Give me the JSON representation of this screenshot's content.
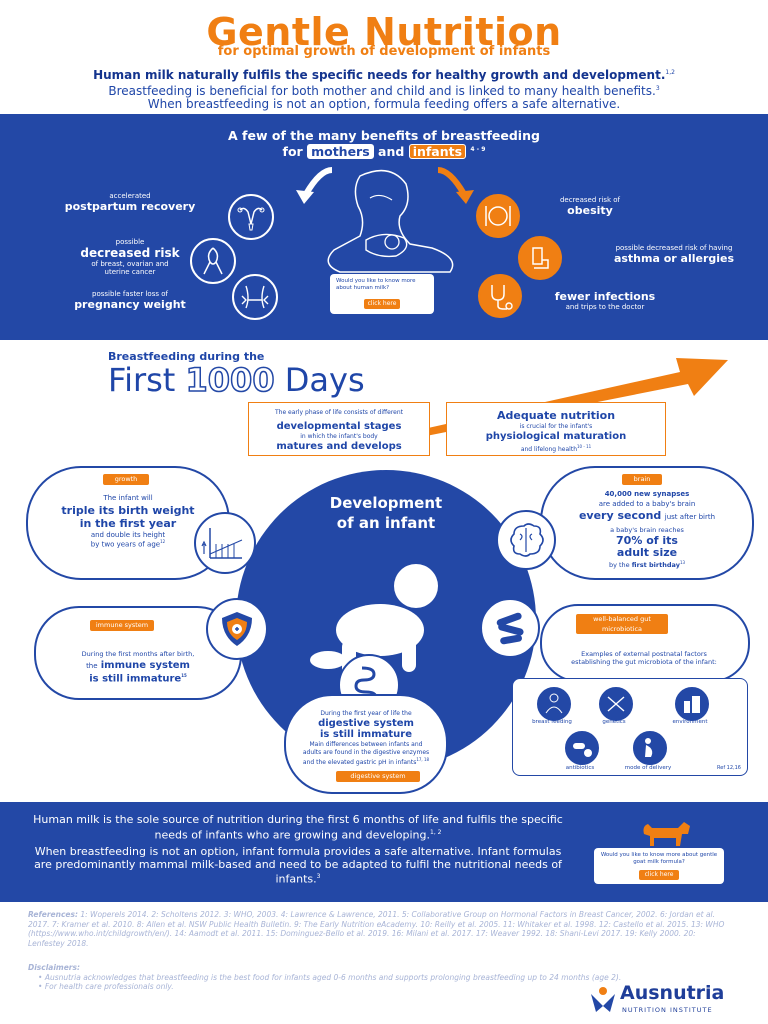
{
  "header": {
    "title": "Gentle Nutrition",
    "subtitle": "for optimal growth of development of infants",
    "line1": "Human milk naturally fulfils the specific needs for healthy growth and development.",
    "line1_sup": "1,2",
    "line2": "Breastfeeding is beneficial for both mother and child and is linked to many health benefits.",
    "line2_sup": "3",
    "line3": "When breastfeeding is not an option, formula feeding offers a safe alternative."
  },
  "benefits": {
    "heading1": "A few of the many benefits of breastfeeding",
    "for": "for",
    "mothers": "mothers",
    "and": "and",
    "infants": "infants",
    "sup": "4 - 9",
    "mother_items": [
      {
        "small": "accelerated",
        "big": "postpartum recovery",
        "small2": ""
      },
      {
        "small": "possible",
        "big": "decreased risk",
        "small2": "of breast, ovarian and uterine cancer"
      },
      {
        "small": "possible faster loss of",
        "big": "pregnancy weight",
        "small2": ""
      }
    ],
    "infant_items": [
      {
        "small": "decreased risk of",
        "big": "obesity",
        "small2": ""
      },
      {
        "small": "possible decreased risk of having",
        "big": "asthma or allergies",
        "small2": ""
      },
      {
        "small": "",
        "big": "fewer infections",
        "small2": "and trips to the doctor"
      }
    ],
    "card_text": "Would you like to know more about human milk?",
    "card_button": "click here"
  },
  "timeline": {
    "pre": "Breastfeeding during the",
    "first": "First",
    "num": "1000",
    "days": "Days",
    "box1_a": "The early phase of life consists of different",
    "box1_b": "developmental stages",
    "box1_c": "in which the infant's body",
    "box1_d": "matures and develops",
    "box2_a": "Adequate nutrition",
    "box2_b": "is crucial for the infant's",
    "box2_c": "physiological maturation",
    "box2_d": "and lifelong health",
    "box2_sup": "10 - 11"
  },
  "development": {
    "title1": "Development",
    "title2": "of an infant",
    "growth": {
      "tag": "growth",
      "l1": "The infant will",
      "l2": "triple its birth weight",
      "l3": "in the first year",
      "l4": "and double its height",
      "l5": "by two years of age",
      "sup": "12"
    },
    "brain": {
      "tag": "brain",
      "l1": "40,000 new synapses",
      "l2": "are added to a baby's brain",
      "l3": "every second",
      "l4": "just after birth",
      "l5": "a baby's brain reaches",
      "l6": "70% of its",
      "l7": "adult size",
      "l8": "by the",
      "l9": "first birthday",
      "sup": "13"
    },
    "immune": {
      "tag": "immune system",
      "l1": "During the first months after birth,",
      "l2": "the",
      "l3": "immune system",
      "l4": "is still immature",
      "sup": "15"
    },
    "gut": {
      "tag": "well-balanced gut microbiotica",
      "l1": "Examples of external postnatal factors establishing  the gut microbiota of the infant:",
      "factors": [
        "breast feeding",
        "genetics",
        "environment",
        "antibiotics",
        "mode of delivery"
      ],
      "ref": "Ref 12,16"
    },
    "digestive": {
      "tag": "digestive system",
      "l1": "During the first year of life the",
      "l2": "digestive system",
      "l3": "is still immature",
      "l4": "Main differences between infants and adults are found in the digestive enzymes and the elevated gastric pH in infants",
      "sup": "17, 18"
    }
  },
  "bottom": {
    "p1": "Human milk is the sole source of nutrition during the first 6 months of life and fulfils the specific needs of infants who are growing and developing.",
    "p1_sup": "1, 2",
    "p2": "When breastfeeding is not an option, infant formula provides a safe alternative. Infant formulas are predominantly mammal milk-based and need to be adapted to fulfil the nutritional needs of infants.",
    "p2_sup": "3",
    "card_text": "Would you like to know more about gentle goat milk formula?",
    "card_button": "click here"
  },
  "references": {
    "label": "References:",
    "text": "1: Woperels 2014. 2: Scholtens 2012. 3: WHO, 2003. 4: Lawrence & Lawrence, 2011. 5: Collaborative Group on Hormonal Factors in Breast Cancer, 2002. 6: Jordan et al. 2017. 7: Kramer et al. 2010. 8: Allen et al. NSW Public Health Bulletin. 9: The Early Nutrition eAcademy. 10: Reilly et al. 2005. 11: Whitaker et al. 1998. 12: Castello et al. 2015. 13: WHO (https://www.who.int/childgrowth/en/). 14: Aamodt et al. 2011. 15: Dominguez-Bello et al. 2019. 16: Milani et al. 2017. 17: Weaver 1992. 18: Shani-Levi 2017. 19: Kelly 2000. 20: Lenfestey 2018."
  },
  "disclaimers": {
    "label": "Disclaimers:",
    "items": [
      "Ausnutria acknowledges that breastfeeding is the best food for infants aged 0-6 months and supports prolonging breastfeeding up to 24 months (age 2).",
      "For health care professionals only."
    ]
  },
  "logo": {
    "name": "Ausnutria",
    "tagline": "NUTRITION INSTITUTE"
  },
  "colors": {
    "blue": "#2348a6",
    "orange": "#f07f13"
  }
}
